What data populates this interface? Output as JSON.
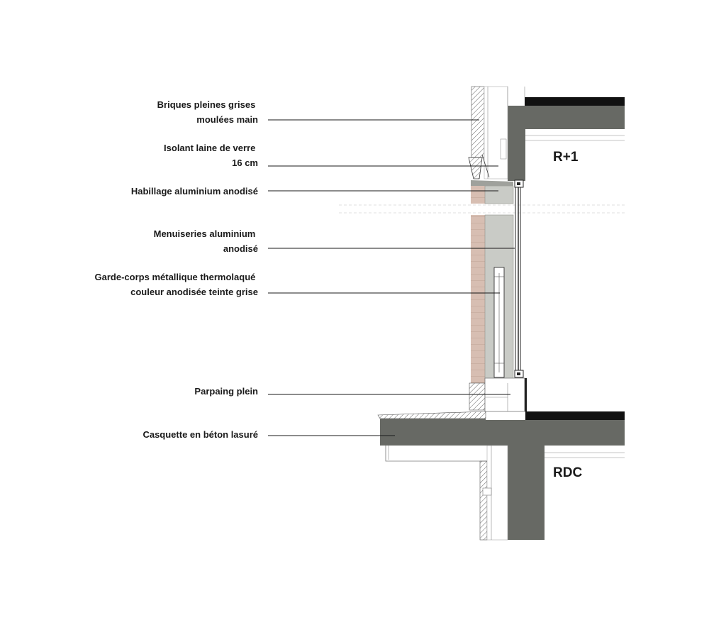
{
  "annotations": [
    {
      "id": "briques",
      "lines": [
        "Briques pleines grises",
        "moulées main"
      ]
    },
    {
      "id": "isolant",
      "lines": [
        "Isolant laine de verre",
        "16 cm"
      ]
    },
    {
      "id": "habillage",
      "lines": [
        "Habillage aluminium anodisé"
      ]
    },
    {
      "id": "menuiseries",
      "lines": [
        "Menuiseries aluminium",
        "anodisé"
      ]
    },
    {
      "id": "garde-corps",
      "lines": [
        "Garde-corps métallique thermolaqué",
        "couleur anodisée teinte grise"
      ]
    },
    {
      "id": "parpaing",
      "lines": [
        "Parpaing plein"
      ]
    },
    {
      "id": "casquette",
      "lines": [
        "Casquette en béton lasuré"
      ]
    }
  ],
  "levels": {
    "upper": "R+1",
    "lower": "RDC"
  },
  "colors": {
    "concrete": "#676964",
    "brick_section": "#d7beb2",
    "aluminium": "#c9cbc6",
    "membrane": "#111111",
    "line": "#1a1a1a"
  }
}
